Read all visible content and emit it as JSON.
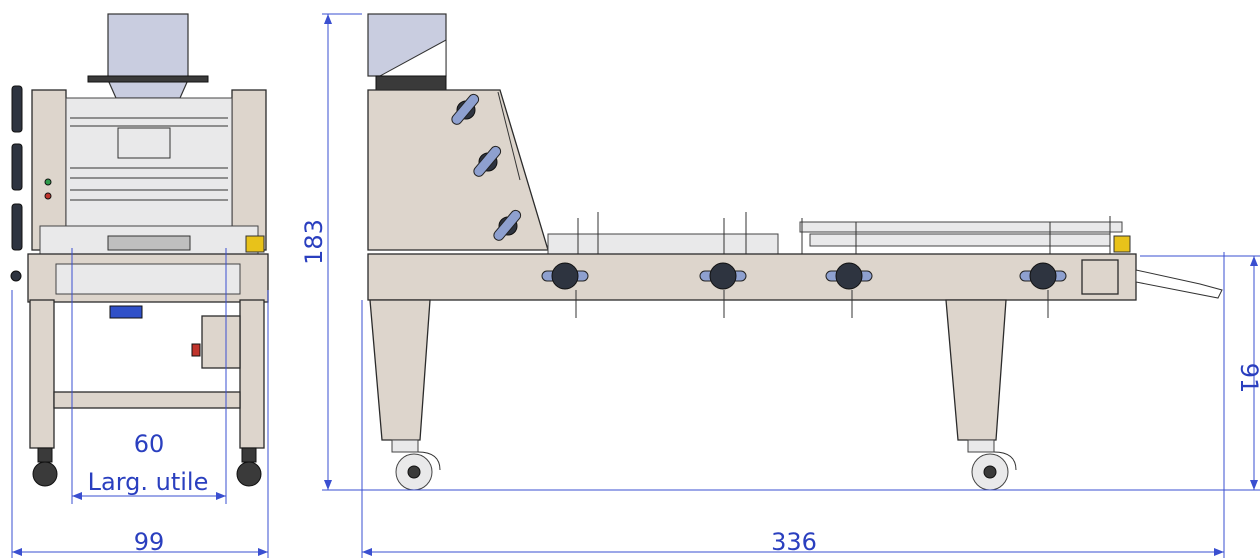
{
  "dimensions": {
    "front_total_width": "99",
    "useful_width": "60",
    "useful_width_label": "Larg. utile",
    "total_height": "183",
    "side_total_length": "336",
    "table_height": "91"
  },
  "colors": {
    "dimension": "#3a4fd0",
    "frame": "#ddd5cc",
    "hopper": "#c9cde0",
    "handle": "#8ea0cf",
    "safety_yellow": "#e8c21a"
  }
}
